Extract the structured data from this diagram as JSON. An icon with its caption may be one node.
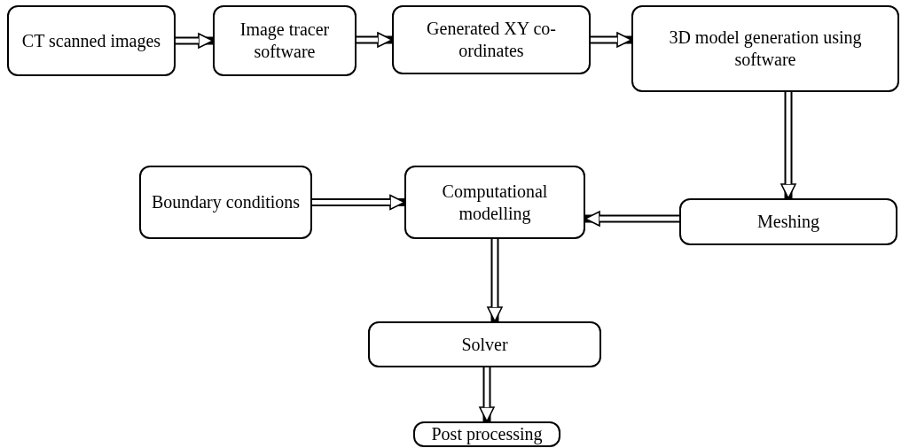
{
  "diagram": {
    "nodes": [
      {
        "text": [
          "CT scanned images"
        ]
      },
      {
        "text": [
          "Image tracer software"
        ]
      },
      {
        "text": [
          "Generated XY co-ordinates"
        ]
      },
      {
        "text": [
          "3D model generation using software"
        ]
      },
      {
        "text": [
          "Boundary conditions"
        ]
      },
      {
        "text": [
          "Computational modelling"
        ]
      },
      {
        "text": [
          "Meshing"
        ]
      },
      {
        "text": [
          "Solver"
        ]
      },
      {
        "text": [
          "Post processing"
        ]
      }
    ],
    "edges": [
      {
        "from": 0,
        "to": 1,
        "arrow": "to"
      },
      {
        "from": 1,
        "to": 2,
        "arrow": "to"
      },
      {
        "from": 2,
        "to": 3,
        "arrow": "to"
      },
      {
        "from": 3,
        "to": 6,
        "arrow": "to"
      },
      {
        "from": 6,
        "to": 5,
        "arrow": "to"
      },
      {
        "from": 4,
        "to": 5,
        "arrow": "to"
      },
      {
        "from": 5,
        "to": 7,
        "arrow": "to"
      },
      {
        "from": 7,
        "to": 8,
        "arrow": "to"
      }
    ]
  }
}
